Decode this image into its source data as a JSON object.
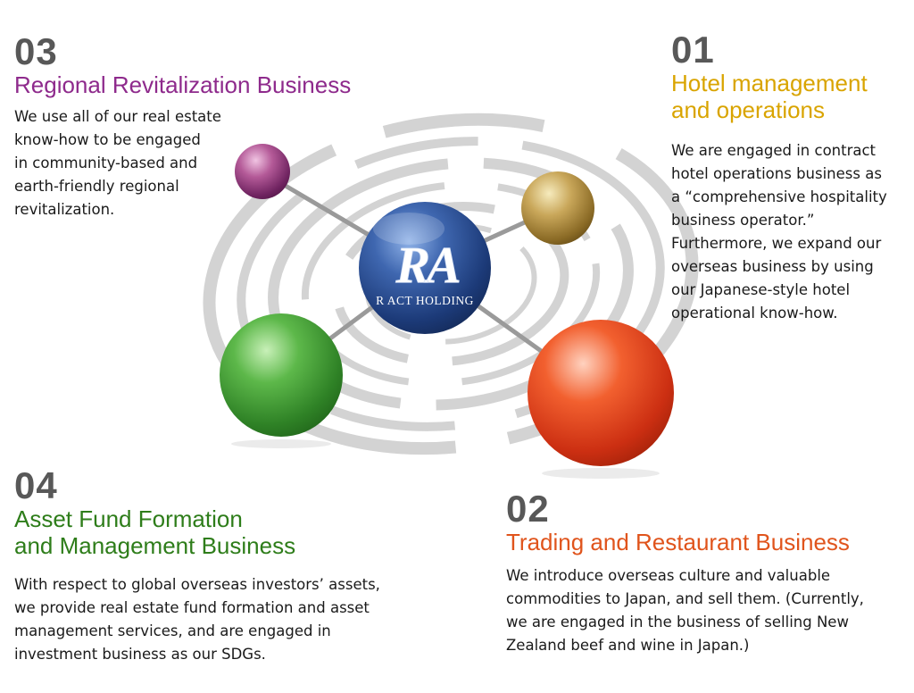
{
  "logo": {
    "monogram": "RA",
    "caption": "R ACT HOLDING"
  },
  "colors": {
    "purple": "#8e2a8c",
    "gold": "#d9a400",
    "green": "#2e7d1a",
    "orange": "#e0541c",
    "center_blue": "#2a4a8a",
    "number_gray": "#585858"
  },
  "sections": {
    "regional": {
      "number": "03",
      "title_lines": [
        "Regional Revitalization Business"
      ],
      "desc_lines": [
        "We use all of our real estate",
        "know-how to be engaged",
        "in community-based and",
        "earth-friendly regional",
        "revitalization."
      ]
    },
    "hotel": {
      "number": "01",
      "title_lines": [
        "Hotel management",
        "and operations"
      ],
      "desc_lines": [
        "We are engaged in contract",
        "hotel operations business as",
        "a “comprehensive hospitality",
        "business operator.”",
        "Furthermore, we expand our",
        "overseas business by using",
        "our Japanese-style hotel",
        "operational know-how."
      ]
    },
    "asset": {
      "number": "04",
      "title_lines": [
        "Asset Fund Formation",
        "and Management Business"
      ],
      "desc_lines": [
        "With respect to global overseas investors’ assets,",
        "we provide real estate fund formation and asset",
        "management services, and are engaged in",
        "investment business as our SDGs."
      ]
    },
    "trading": {
      "number": "02",
      "title_lines": [
        "Trading and Restaurant Business"
      ],
      "desc_lines": [
        "We introduce overseas culture and valuable",
        "commodities to Japan, and sell them.  (Currently,",
        "we are engaged in the business of selling New",
        "Zealand beef and wine in Japan.)"
      ]
    }
  }
}
